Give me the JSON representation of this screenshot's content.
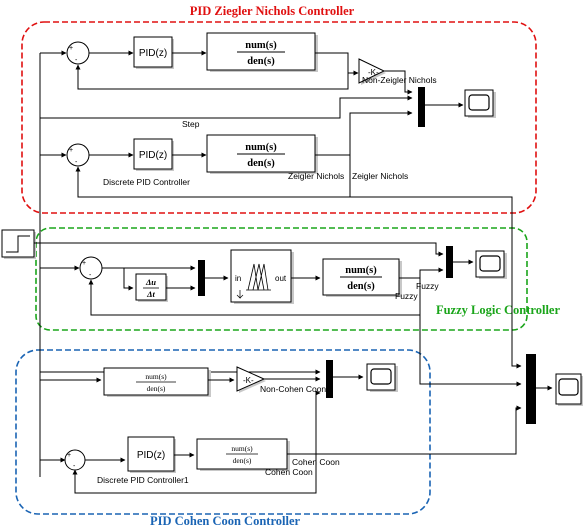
{
  "sections": {
    "zn": {
      "title": "PID Ziegler Nichols Controller",
      "color": "#e01010"
    },
    "fuzzy": {
      "title": "Fuzzy Logic Controller",
      "color": "#1aa51a"
    },
    "cc": {
      "title": "PID Cohen Coon Controller",
      "color": "#1a64b4"
    }
  },
  "blocks": {
    "pid_label": "PID(z)",
    "tf_num": "num(s)",
    "tf_den": "den(s)",
    "gain_label": "-K-",
    "fuzzy_in": "in",
    "fuzzy_out": "out",
    "deriv_num": "Δu",
    "deriv_den": "Δt",
    "plus": "+",
    "minus": "-"
  },
  "labels": {
    "step": "Step",
    "discrete_pid": "Discrete PID Controller",
    "discrete_pid1": "Discrete PID Controller1",
    "non_zn": "Non-Zeigler Nichols",
    "zn_a": "Zeigler Nichols",
    "zn_b": "Zeigler Nichols",
    "fuzzy_a": "Fuzzy",
    "fuzzy_b": "Fuzzy",
    "non_cc": "Non-Cohen Coon",
    "cc_a": "Cohen Coon",
    "cc_b": "Cohen Coon"
  }
}
